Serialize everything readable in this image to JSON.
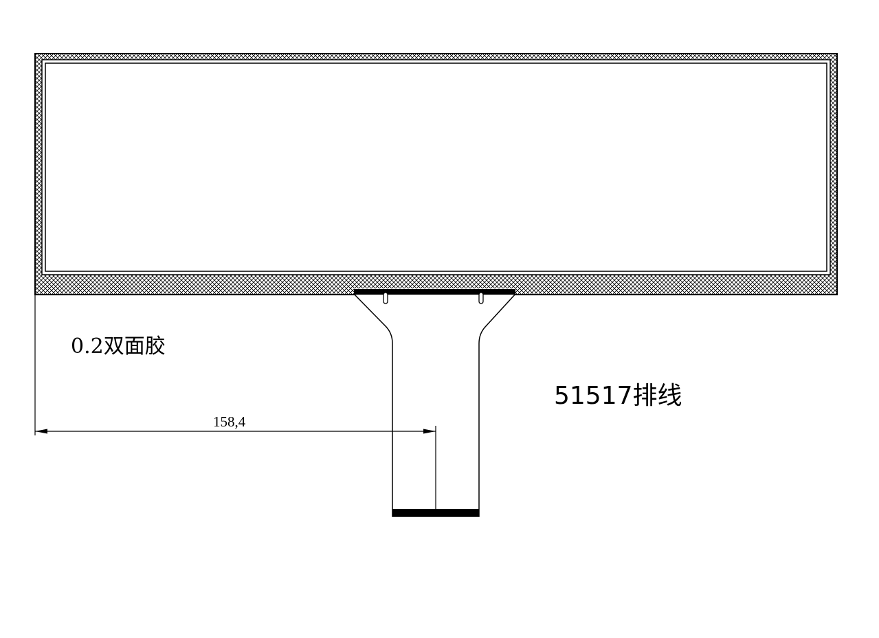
{
  "annotations": {
    "adhesive_label": "0.2双面胶",
    "cable_label": "51517排线"
  },
  "dimension": {
    "value_text": "158,4"
  },
  "colors": {
    "line": "#000000",
    "background": "#ffffff"
  }
}
